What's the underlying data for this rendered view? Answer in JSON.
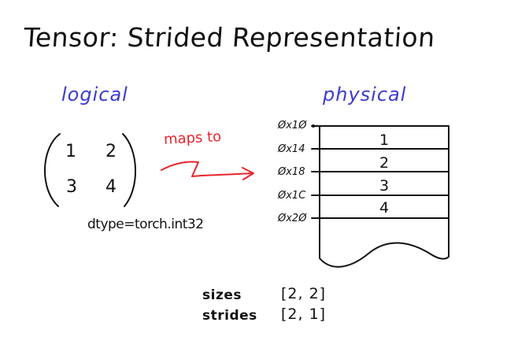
{
  "title": "Tensor: Strided Representation",
  "logical": {
    "heading": "logical",
    "matrix": [
      [
        "1",
        "2"
      ],
      [
        "3",
        "4"
      ]
    ],
    "dtype": "dtype=torch.int32"
  },
  "arrow": {
    "label": "maps to",
    "color": "#e8242a"
  },
  "physical": {
    "heading": "physical",
    "addresses": [
      "Øx1Ø",
      "Øx14",
      "Øx18",
      "Øx1C",
      "Øx2Ø"
    ],
    "values": [
      "1",
      "2",
      "3",
      "4"
    ]
  },
  "meta": {
    "sizes_label": "sizes",
    "sizes_value": "[2, 2]",
    "strides_label": "strides",
    "strides_value": "[2, 1]"
  },
  "colors": {
    "heading": "#3b3bd0",
    "text": "#111111"
  }
}
